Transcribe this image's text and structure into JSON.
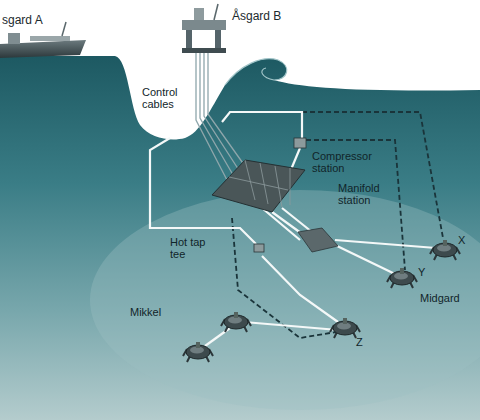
{
  "diagram": {
    "labels": [
      "sgard A",
      "Åsgard B",
      "Control cables",
      "Compressor station",
      "Manifold station",
      "Hot tap tee",
      "X",
      "Y",
      "Midgard",
      "Mikkel",
      "Z"
    ]
  }
}
